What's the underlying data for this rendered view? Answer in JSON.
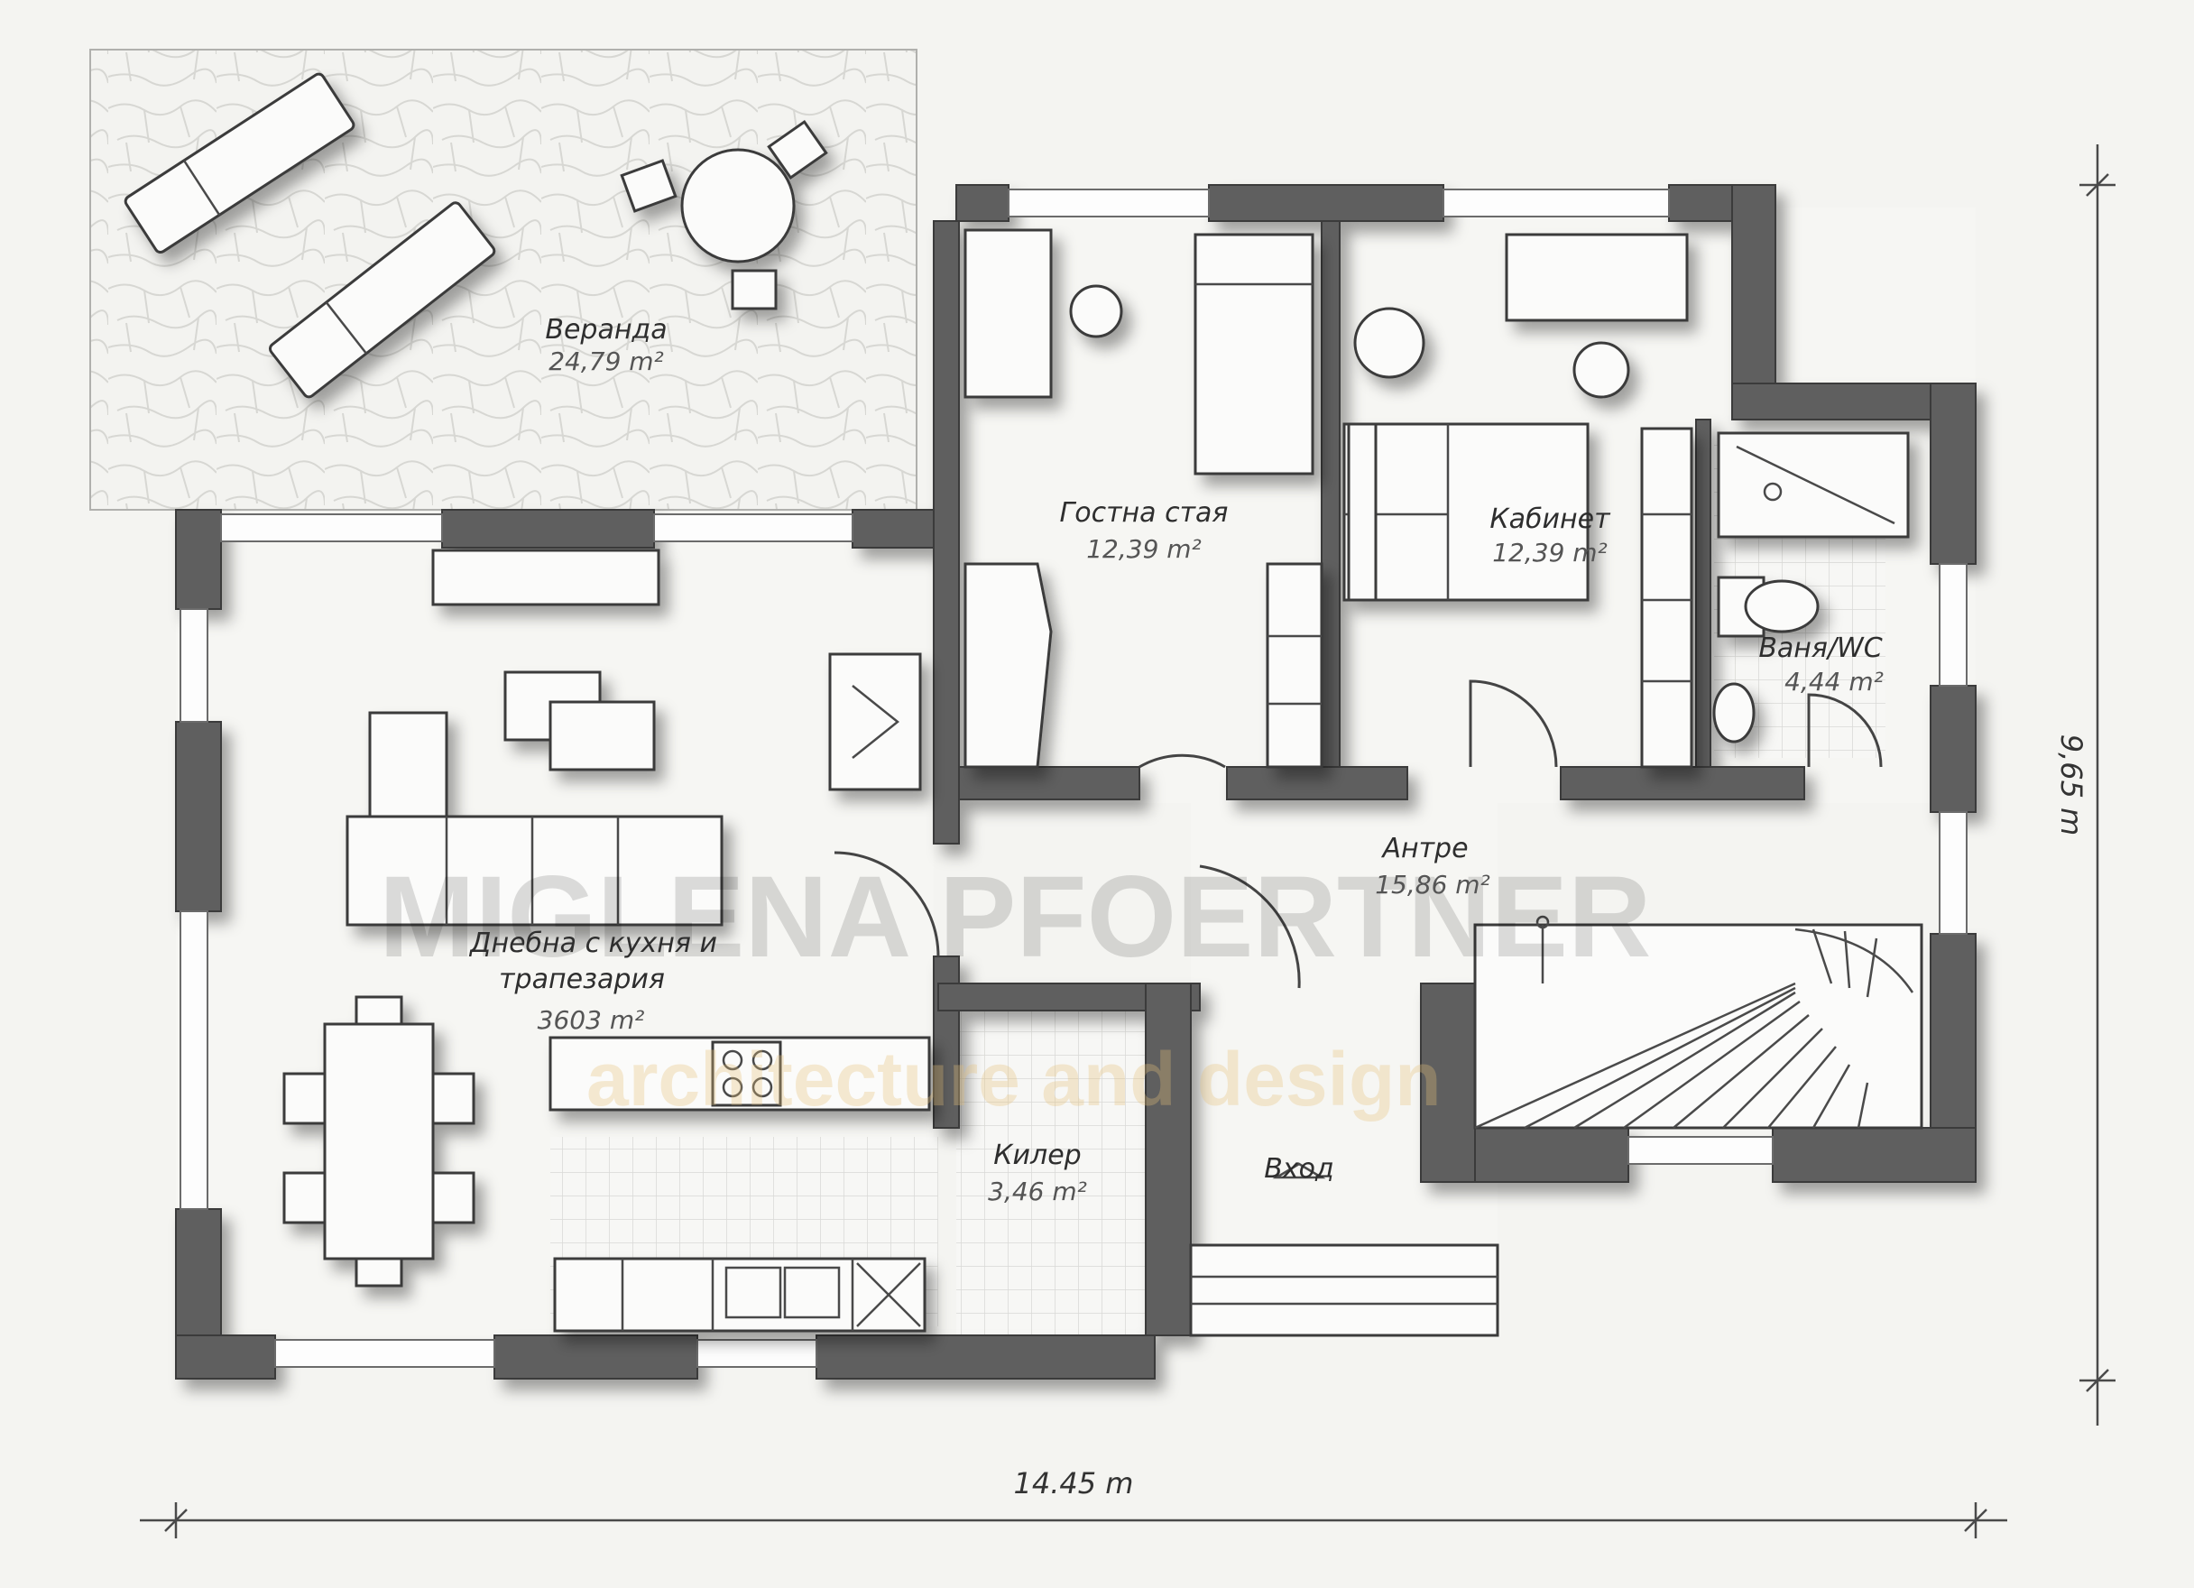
{
  "rooms": {
    "veranda": {
      "name": "Веранда",
      "area": "24,79 m²"
    },
    "guest": {
      "name": "Гостна стая",
      "area": "12,39 m²"
    },
    "office": {
      "name": "Кабинет",
      "area": "12,39 m²"
    },
    "bath": {
      "name": "Ваня/WC",
      "area": "4,44 m²"
    },
    "hall": {
      "name": "Антре",
      "area": "15,86 m²"
    },
    "living": {
      "name_line1": "Днебна с кухня и",
      "name_line2": "трапезария",
      "area": "3603 m²"
    },
    "pantry": {
      "name": "Килер",
      "area": "3,46 m²"
    },
    "entrance": {
      "name": "Вход"
    }
  },
  "dimensions": {
    "width": "14.45 m",
    "height": "9,65 m"
  },
  "watermark": {
    "line1": "MIGLENA PFOERTNER",
    "line2": "architecture and design"
  },
  "colors": {
    "wall": "#5f5f5f",
    "paper": "#f4f4f1",
    "watermark_accent": "#e7c27a"
  }
}
